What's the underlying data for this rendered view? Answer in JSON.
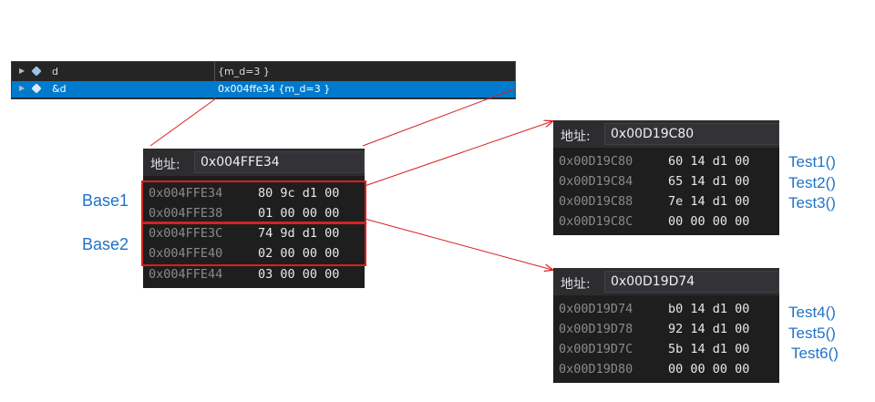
{
  "watch": {
    "rows": [
      {
        "name": "d",
        "value": "{m_d=3 }"
      },
      {
        "name": "&d",
        "value": "0x004ffe34 {m_d=3 }"
      }
    ]
  },
  "memory1": {
    "label": "地址:",
    "address": "0x004FFE34",
    "rows": [
      {
        "addr": "0x004FFE34",
        "bytes": "80 9c d1 00"
      },
      {
        "addr": "0x004FFE38",
        "bytes": "01 00 00 00"
      },
      {
        "addr": "0x004FFE3C",
        "bytes": "74 9d d1 00"
      },
      {
        "addr": "0x004FFE40",
        "bytes": "02 00 00 00"
      },
      {
        "addr": "0x004FFE44",
        "bytes": "03 00 00 00"
      }
    ]
  },
  "memory2": {
    "label": "地址:",
    "address": "0x00D19C80",
    "rows": [
      {
        "addr": "0x00D19C80",
        "bytes": "60 14 d1 00"
      },
      {
        "addr": "0x00D19C84",
        "bytes": "65 14 d1 00"
      },
      {
        "addr": "0x00D19C88",
        "bytes": "7e 14 d1 00"
      },
      {
        "addr": "0x00D19C8C",
        "bytes": "00 00 00 00"
      }
    ]
  },
  "memory3": {
    "label": "地址:",
    "address": "0x00D19D74",
    "rows": [
      {
        "addr": "0x00D19D74",
        "bytes": "b0 14 d1 00"
      },
      {
        "addr": "0x00D19D78",
        "bytes": "92 14 d1 00"
      },
      {
        "addr": "0x00D19D7C",
        "bytes": "5b 14 d1 00"
      },
      {
        "addr": "0x00D19D80",
        "bytes": "00 00 00 00"
      }
    ]
  },
  "annotations": {
    "base1": "Base1",
    "base2": "Base2",
    "tests": [
      "Test1()",
      "Test2()",
      "Test3()",
      "Test4()",
      "Test5()",
      "Test6()"
    ]
  },
  "colors": {
    "annotation_red": "#d92020",
    "label_blue": "#1f73c8",
    "selection": "#007acc"
  }
}
